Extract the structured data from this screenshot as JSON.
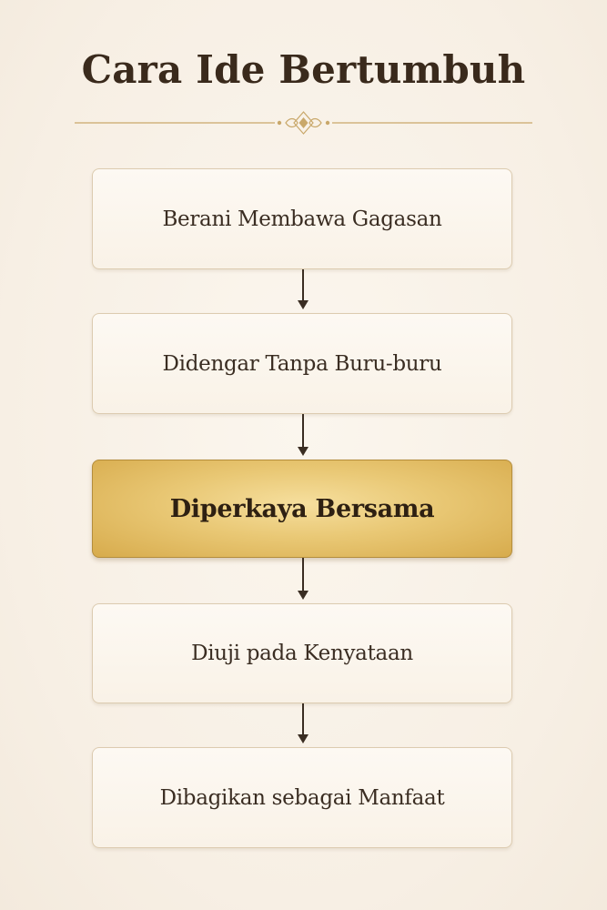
{
  "title": "Cara Ide Bertumbuh",
  "steps": [
    {
      "label": "Berani Membawa Gagasan",
      "highlighted": false
    },
    {
      "label": "Didengar Tanpa Buru-buru",
      "highlighted": false
    },
    {
      "label": "Diperkaya Bersama",
      "highlighted": true
    },
    {
      "label": "Diuji pada Kenyataan",
      "highlighted": false
    },
    {
      "label": "Dibagikan sebagai Manfaat",
      "highlighted": false
    }
  ],
  "colors": {
    "background": "#f8f1e7",
    "title": "#3a2a1c",
    "box_border": "#dccbb0",
    "highlight_gold": "#e9c875",
    "ornament_gold": "#c9a86a",
    "arrow": "#3a2d22"
  }
}
